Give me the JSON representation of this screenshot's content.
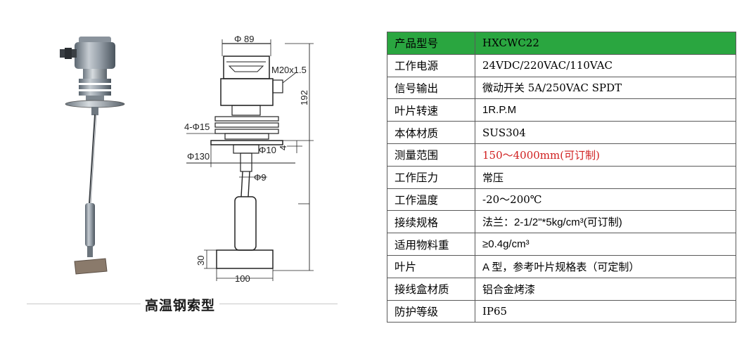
{
  "drawing": {
    "dim_top": "Φ 89",
    "dim_thread": "M20x1.5",
    "dim_height": "192",
    "dim_holes": "4-Φ15",
    "dim_flange": "Φ130",
    "dim_shaft": "Φ10",
    "dim_small": "4",
    "dim_rope": "Φ9",
    "dim_blade_h": "30",
    "dim_blade_w": "100"
  },
  "caption": "高温钢索型",
  "spec": {
    "rows": [
      {
        "label": "产品型号",
        "value": "HXCWC22"
      },
      {
        "label": "工作电源",
        "value": "24VDC/220VAC/110VAC"
      },
      {
        "label": "信号输出",
        "value": "微动开关 5A/250VAC SPDT"
      },
      {
        "label": "叶片转速",
        "value": "1R.P.M"
      },
      {
        "label": "本体材质",
        "value": "SUS304"
      },
      {
        "label": "测量范围",
        "value": "150～4000mm(可订制)"
      },
      {
        "label": "工作压力",
        "value": "常压"
      },
      {
        "label": "工作温度",
        "value": "-20～200℃"
      },
      {
        "label": "接续规格",
        "value": "法兰：2-1/2\"*5kg/cm³(可订制)"
      },
      {
        "label": "适用物料重",
        "value": "≥0.4g/cm³"
      },
      {
        "label": "叶片",
        "value": "A 型，参考叶片规格表（可定制）"
      },
      {
        "label": "接线盒材质",
        "value": "铝合金烤漆"
      },
      {
        "label": "防护等级",
        "value": "IP65"
      }
    ],
    "header_color": "#2aa640",
    "highlight_color": "#d02020"
  }
}
